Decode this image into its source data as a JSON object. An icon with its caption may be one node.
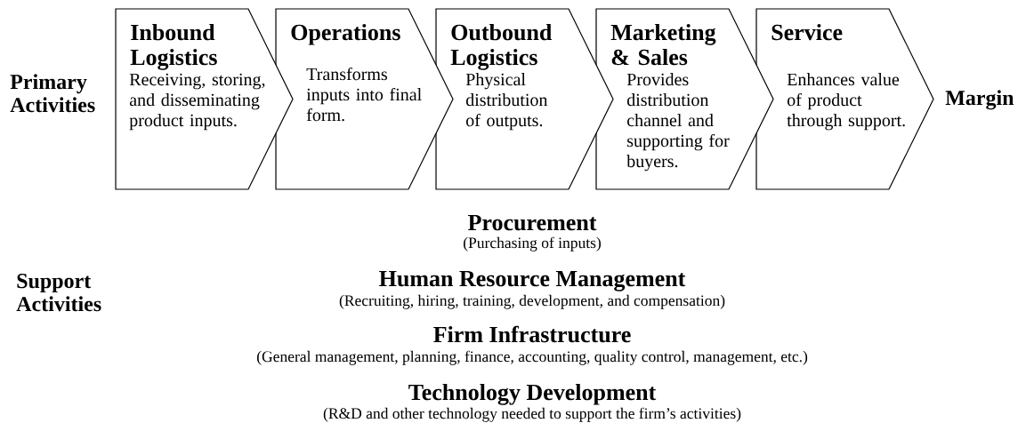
{
  "diagram": {
    "nodes": [
      {
        "text": [
          "Inbound Logistics",
          "Receiving, storing, and disseminating product inputs."
        ]
      },
      {
        "text": [
          "Operations",
          "Transforms inputs into final form."
        ]
      },
      {
        "text": [
          "Outbound Logistics",
          "Physical distribution of outputs."
        ]
      },
      {
        "text": [
          "Marketing & Sales",
          "Provides distribution channel and supporting for buyers."
        ]
      },
      {
        "text": [
          "Service",
          "Enhances value of product through support."
        ]
      }
    ],
    "labels": [
      "Primary Activities",
      "Margin",
      "Procurement",
      "(Purchasing of inputs)",
      "Support Activities",
      "Human Resource Management",
      "(Recruiting, hiring, training, development, and compensation)",
      "Firm Infrastructure",
      "(General management, planning, finance, accounting, quality control, management, etc.)",
      "Technology Development",
      "(R&D and other technology needed to support the firm’s activities)"
    ]
  }
}
